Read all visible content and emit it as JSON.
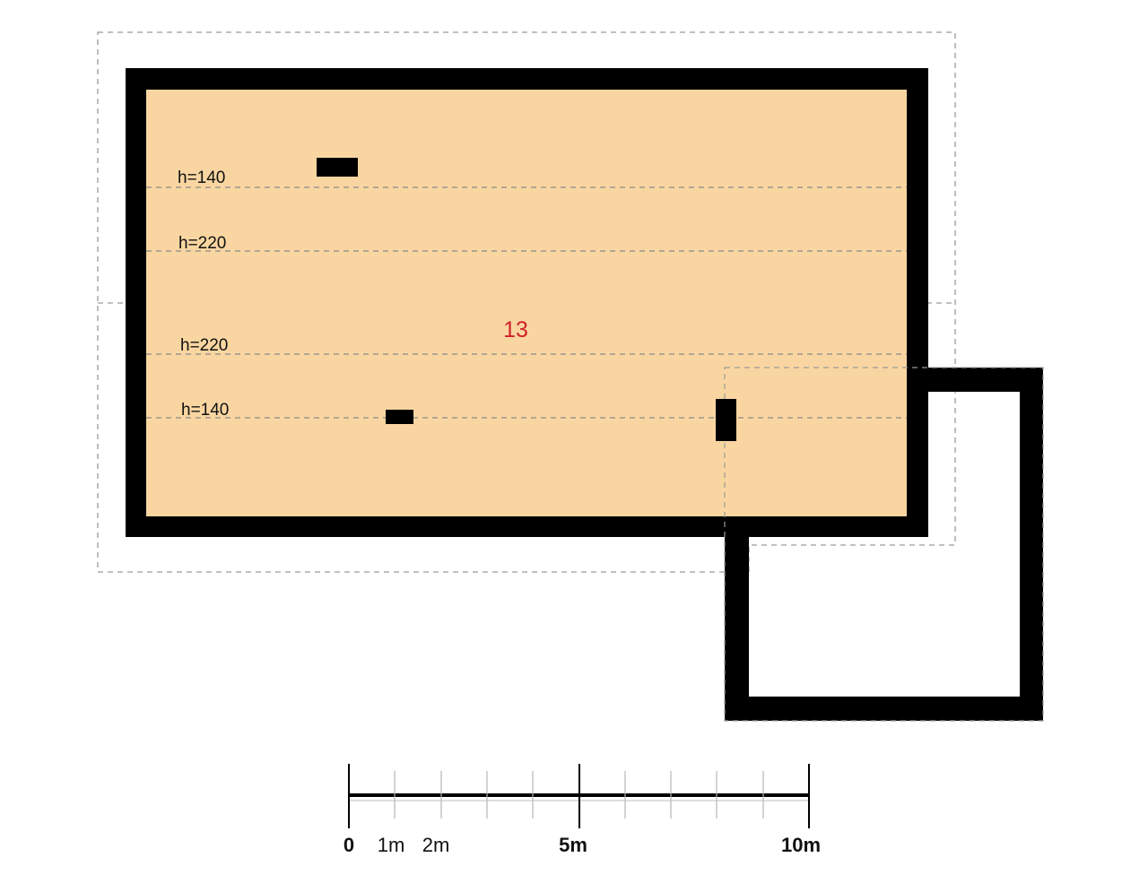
{
  "floor_plan": {
    "room_number": "13",
    "room_number_color": "#d0202a",
    "floor_color": "#f9d6a1",
    "wall_color": "#000000",
    "height_lines": [
      {
        "label": "h=140"
      },
      {
        "label": "h=220"
      },
      {
        "label": "h=220"
      },
      {
        "label": "h=140"
      }
    ]
  },
  "scale_bar": {
    "labels": [
      {
        "text": "0",
        "bold": true
      },
      {
        "text": "1m",
        "bold": false
      },
      {
        "text": "2m",
        "bold": false
      },
      {
        "text": "5m",
        "bold": true
      },
      {
        "text": "10m",
        "bold": true
      }
    ]
  }
}
